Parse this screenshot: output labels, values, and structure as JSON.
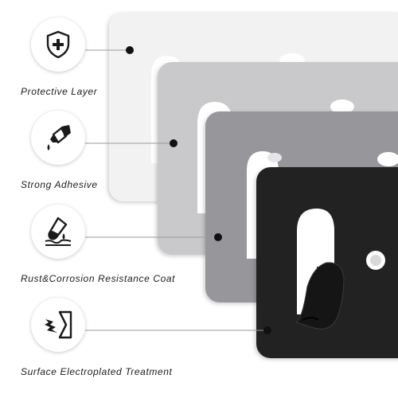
{
  "features": [
    {
      "label": "Protective Layer",
      "icon": "shield-plus-icon"
    },
    {
      "label": "Strong Adhesive",
      "icon": "glue-tube-icon"
    },
    {
      "label": "Rust&Corrosion Resistance Coat",
      "icon": "test-tube-drop-icon"
    },
    {
      "label": "Surface Electroplated Treatment",
      "icon": "electroplating-icon"
    }
  ],
  "layers": [
    {
      "name": "protective-layer",
      "color": "#f2f2f3"
    },
    {
      "name": "adhesive-layer",
      "color": "#c9c9cb"
    },
    {
      "name": "coating-layer",
      "color": "#97979b"
    },
    {
      "name": "electroplated-layer",
      "color": "#202020"
    }
  ],
  "colors": {
    "line": "#9a9a9a",
    "dot": "#111111",
    "icon": "#1a1a1a"
  }
}
